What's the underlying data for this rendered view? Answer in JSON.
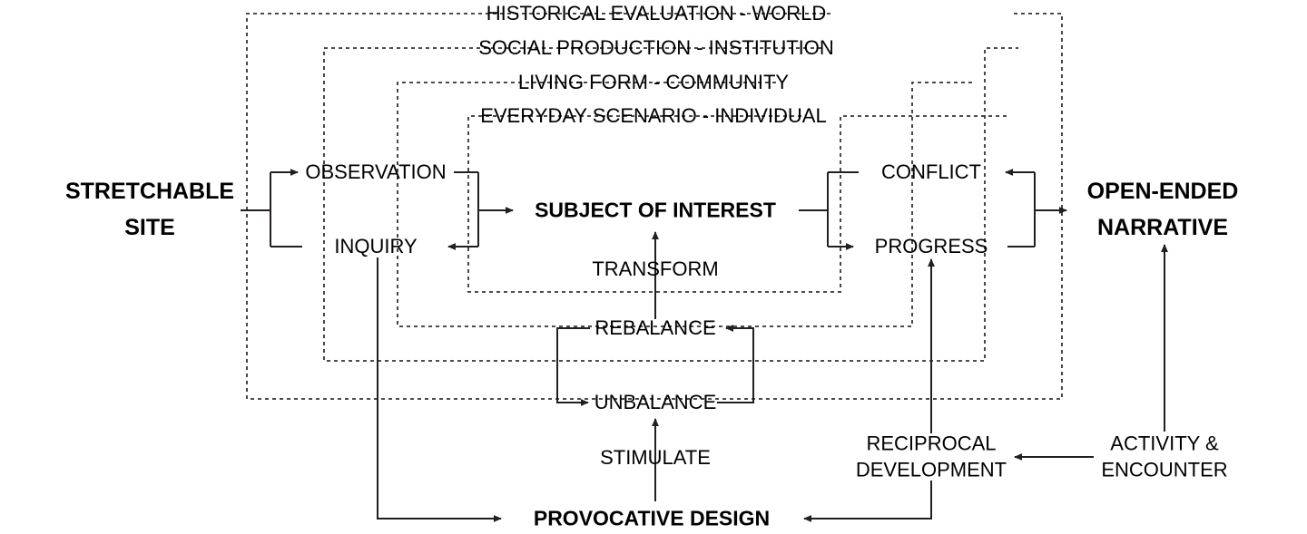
{
  "diagram": {
    "title": "Stretchable Site to Open-Ended Narrative framework",
    "colors": {
      "line": "#231f20",
      "dotted": "#333333",
      "text": "#000000",
      "background": "#ffffff"
    },
    "scale_labels": [
      {
        "id": "historical-evaluation-world",
        "text": "HISTORICAL EVALUATION - WORLD"
      },
      {
        "id": "social-production-institution",
        "text": "SOCIAL PRODUCTION - INSTITUTION"
      },
      {
        "id": "living-form-community",
        "text": "LIVING FORM - COMMUNITY"
      },
      {
        "id": "everyday-scenario-individual",
        "text": "EVERYDAY SCENARIO - INDIVIDUAL"
      }
    ],
    "nodes": {
      "stretchable_site": "STRETCHABLE\nSITE",
      "stretchable_site_line1": "STRETCHABLE",
      "stretchable_site_line2": "SITE",
      "open_ended_narrative_line1": "OPEN-ENDED",
      "open_ended_narrative_line2": "NARRATIVE",
      "observation": "OBSERVATION",
      "inquiry": "INQUIRY",
      "subject_of_interest": "SUBJECT OF INTEREST",
      "conflict": "CONFLICT",
      "progress": "PROGRESS",
      "transform": "TRANSFORM",
      "rebalance": "REBALANCE",
      "unbalance": "UNBALANCE",
      "stimulate": "STIMULATE",
      "provocative_design": "PROVOCATIVE DESIGN",
      "reciprocal_development_line1": "RECIPROCAL",
      "reciprocal_development_line2": "DEVELOPMENT",
      "activity_encounter_line1": "ACTIVITY &",
      "activity_encounter_line2": "ENCOUNTER"
    }
  }
}
